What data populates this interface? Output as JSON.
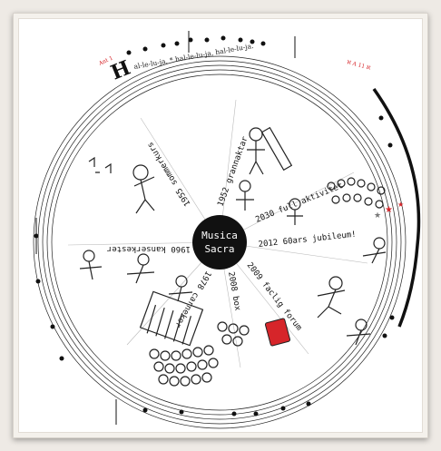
{
  "center": {
    "line1": "Musica",
    "line2": "Sacra"
  },
  "hymn": {
    "initial": "H",
    "lyrics": "al-le-lu-ja, * hal-le-lu-ja, hal-le-lu-ja.",
    "left_mark": "Ant 1",
    "right_mark": "ℵ A 11 ℵ"
  },
  "segments": [
    {
      "year": "1955",
      "label": "sommerkurs"
    },
    {
      "year": "1952",
      "label": "grannaktar"
    },
    {
      "year": "2030",
      "label": "full aktivitet"
    },
    {
      "year": "2012",
      "label": "60ars jubileum!"
    },
    {
      "year": "2009",
      "label": "faclig forum"
    },
    {
      "year": "2008",
      "label": "box"
    },
    {
      "year": "1978",
      "label": "carnekor"
    },
    {
      "year": "1960",
      "label": "kanserkester"
    }
  ],
  "colors": {
    "background": "#eeeae5",
    "ink": "#1a1a1a",
    "accent_red": "#d6252a",
    "center_disc": "#111111"
  }
}
